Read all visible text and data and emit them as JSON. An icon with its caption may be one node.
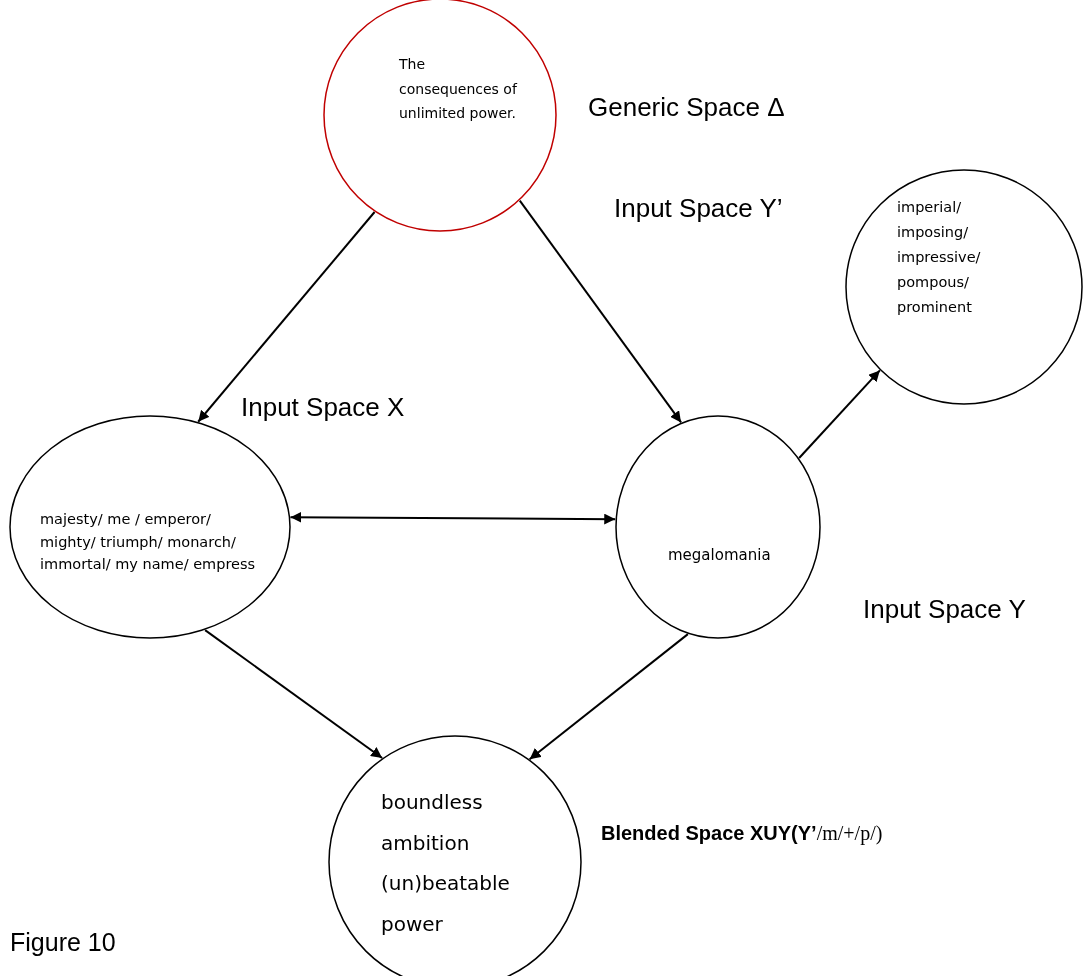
{
  "diagram": {
    "caption": "Figure 10",
    "nodes": [
      {
        "text": [
          "The consequences of unlimited power."
        ],
        "beside": [
          "Generic Space Δ"
        ]
      },
      {
        "text": [
          "majesty/ me / emperor/ mighty/ triumph/ monarch/ immortal/ my name/ empress"
        ],
        "beside": [
          "Input Space X"
        ]
      },
      {
        "text": [
          "megalomania"
        ],
        "beside": [
          "Input Space Y"
        ]
      },
      {
        "text": [
          "imperial/ imposing/ impressive/ pompous/ prominent"
        ],
        "beside": [
          "Input Space Y’"
        ]
      },
      {
        "text": [
          "boundless ambition (un)beatable power"
        ],
        "beside": [
          "**Blended Space XUY(Y’**/m/+/p/)"
        ]
      }
    ],
    "edges": [
      {
        "from": 0,
        "to": 1,
        "arrow": "to"
      },
      {
        "from": 0,
        "to": 2,
        "arrow": "to"
      },
      {
        "from": 2,
        "to": 3,
        "arrow": "to"
      },
      {
        "from": 1,
        "to": 2,
        "arrow": "both"
      },
      {
        "from": 1,
        "to": 4,
        "arrow": "to"
      },
      {
        "from": 2,
        "to": 4,
        "arrow": "to"
      }
    ]
  }
}
